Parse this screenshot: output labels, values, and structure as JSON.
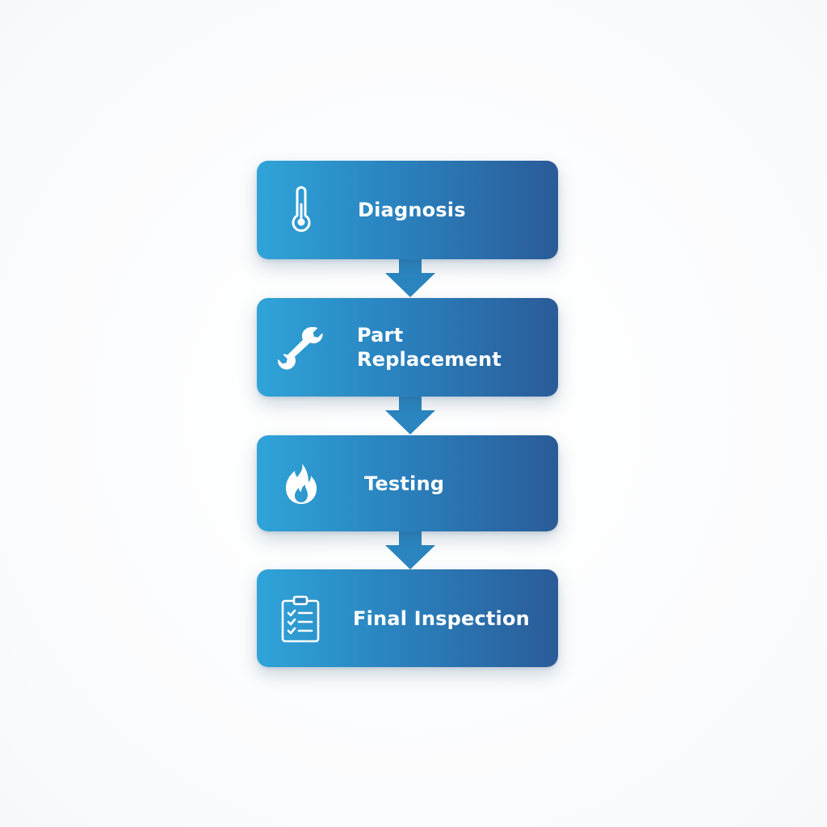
{
  "steps": [
    {
      "label": "Diagnosis",
      "icon": "thermometer-icon"
    },
    {
      "label": "Part Replacement",
      "icon": "wrench-icon"
    },
    {
      "label": "Testing",
      "icon": "flame-icon"
    },
    {
      "label": "Final Inspection",
      "icon": "clipboard-checklist-icon"
    }
  ],
  "colors": {
    "box_gradient_start": "#2fa4d8",
    "box_gradient_end": "#2a5b98",
    "arrow": "#2b86c0",
    "text": "#ffffff"
  }
}
